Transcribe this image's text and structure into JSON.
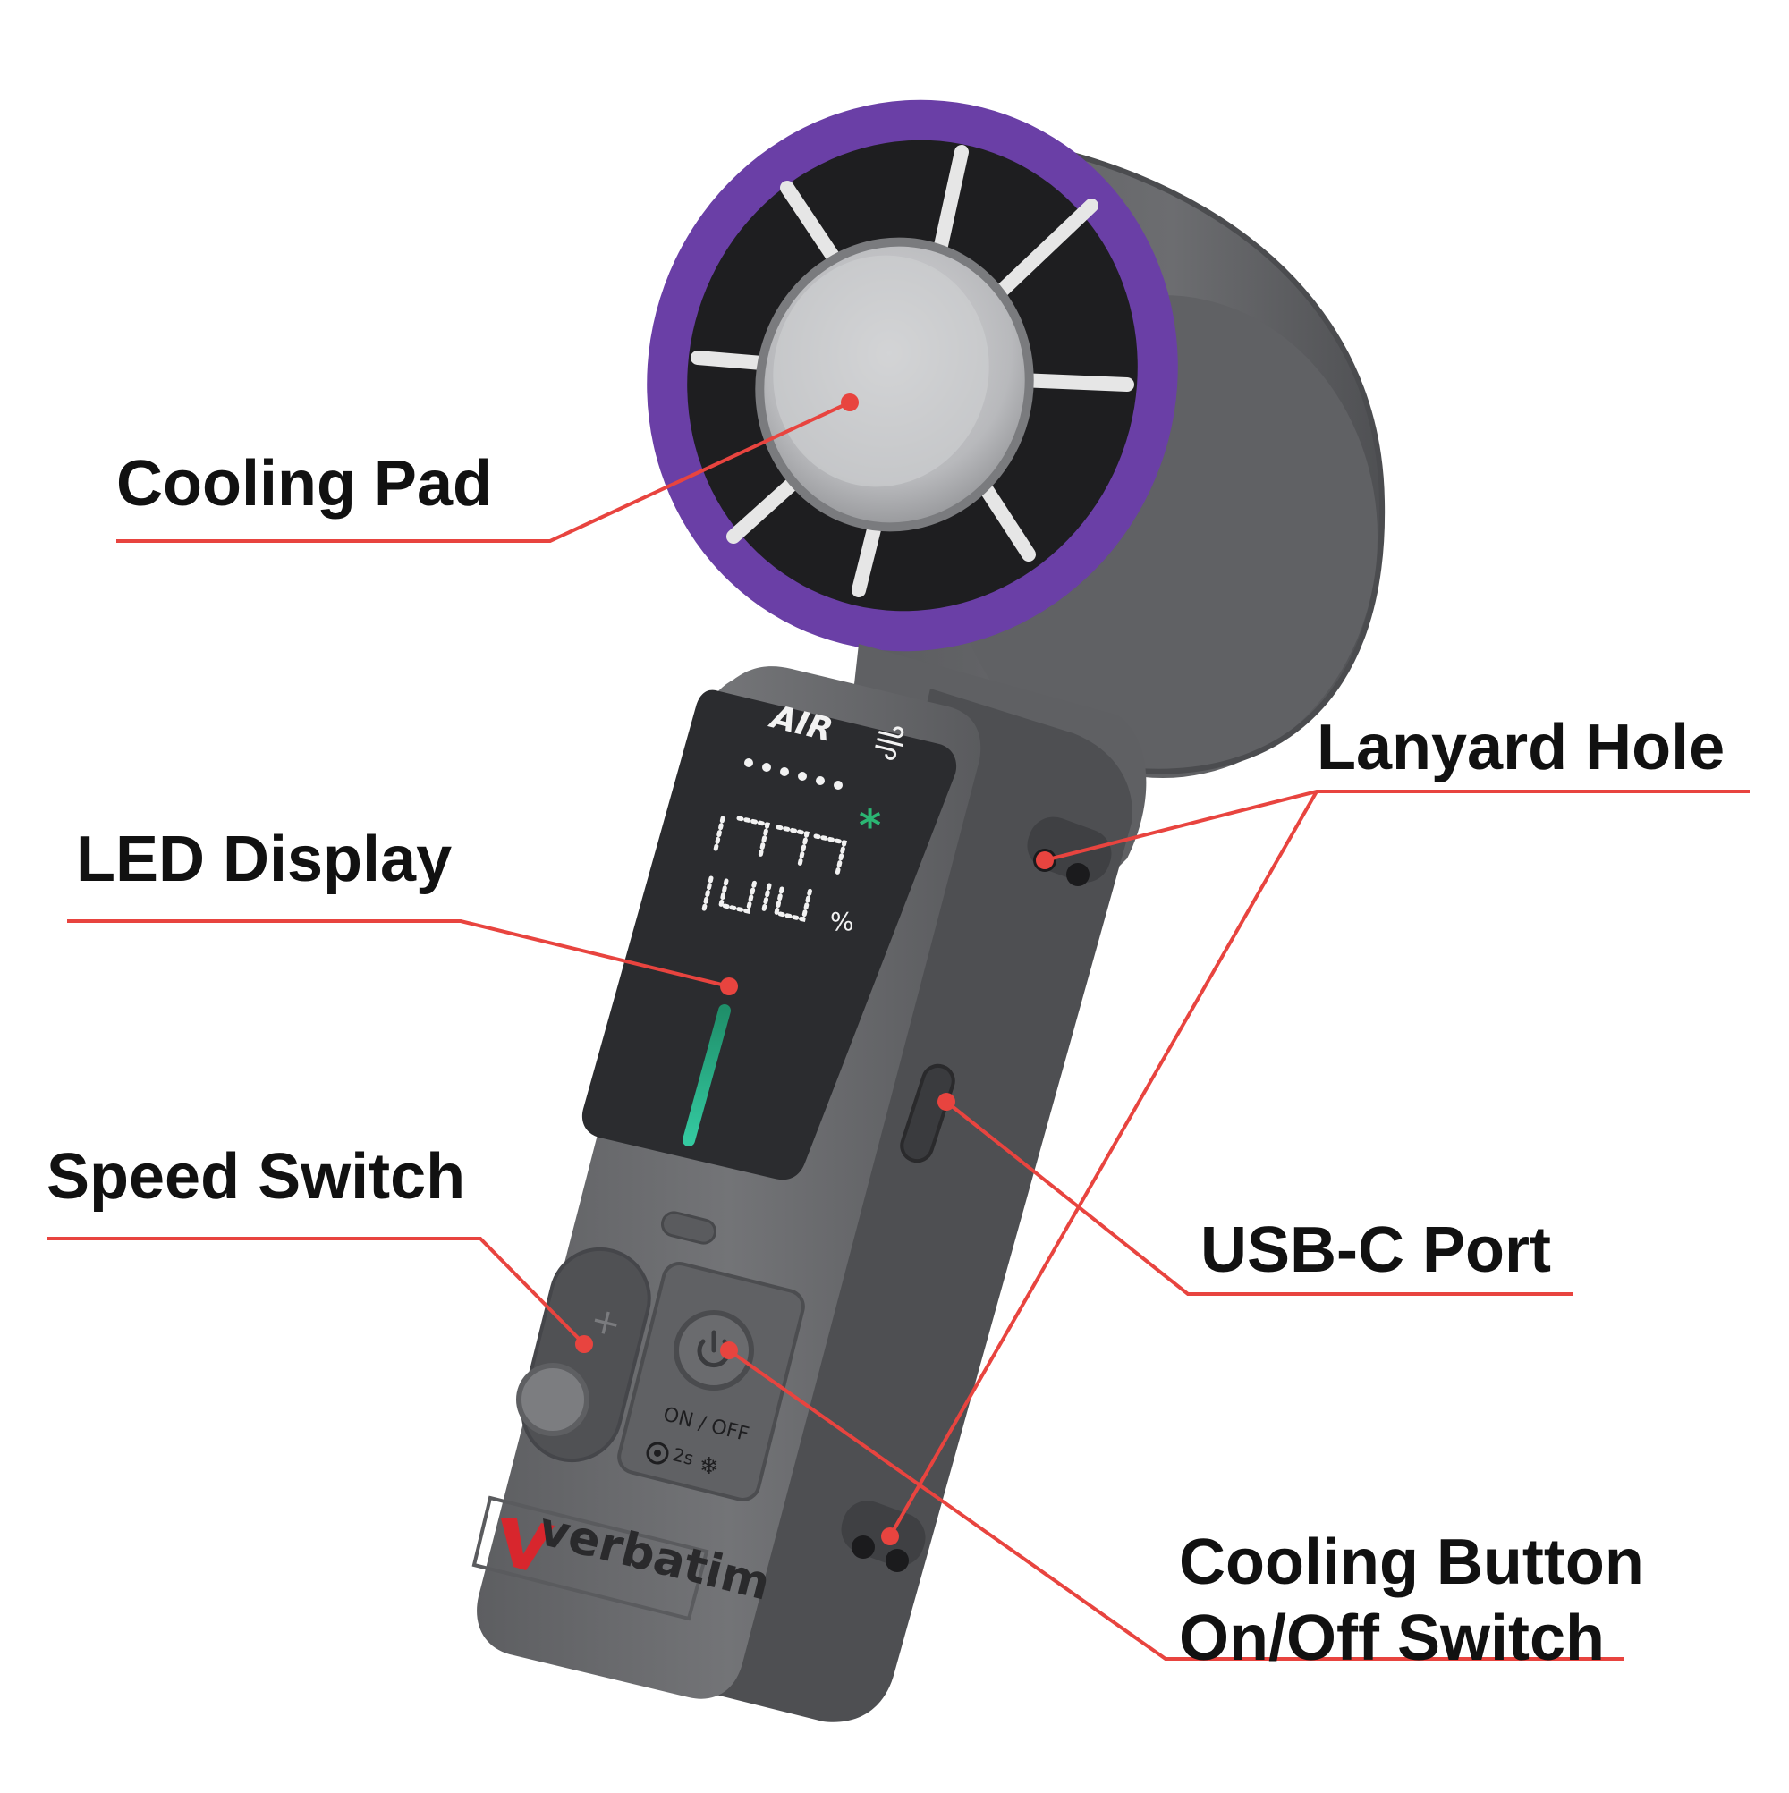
{
  "colors": {
    "leader_line": "#e8443f",
    "fan_ring": "#6a3fa6",
    "body": "#6e6f72",
    "body_dark": "#4d4e51",
    "screen": "#2b2c2f",
    "led_white": "#f2f2f2",
    "led_green": "#2bb673",
    "brand_red": "#d8262d",
    "label_text": "#111111"
  },
  "callouts": {
    "cooling_pad": "Cooling Pad",
    "led_display": "LED Display",
    "speed_switch": "Speed Switch",
    "lanyard_hole": "Lanyard Hole",
    "usb_c_port": "USB-C Port",
    "cooling_button_line1": "Cooling Button",
    "cooling_button_line2": "On/Off Switch"
  },
  "device": {
    "screen_title": "AIR",
    "percent_sign": "%",
    "button_label": "ON / OFF",
    "hold_label": "2s",
    "brand": "verbatim",
    "speed_plus": "+",
    "icons": [
      "wind-icon",
      "snowflake-icon",
      "power-icon",
      "timer-icon",
      "snowflake-small-icon"
    ]
  }
}
